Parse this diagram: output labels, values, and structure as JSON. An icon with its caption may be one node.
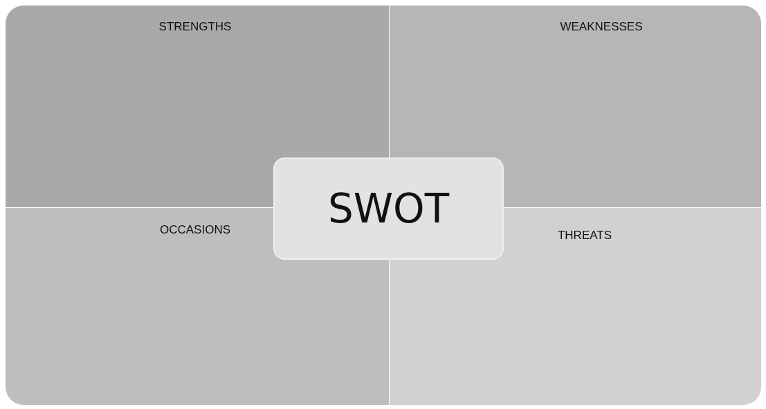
{
  "diagram": {
    "nodes": [
      {
        "text": [
          "STRENGTHS"
        ]
      },
      {
        "text": [
          "WEAKNESSES"
        ]
      },
      {
        "text": [
          "OCCASIONS"
        ]
      },
      {
        "text": [
          "THREATS"
        ]
      },
      {
        "text": [
          "SWOT"
        ]
      }
    ]
  }
}
